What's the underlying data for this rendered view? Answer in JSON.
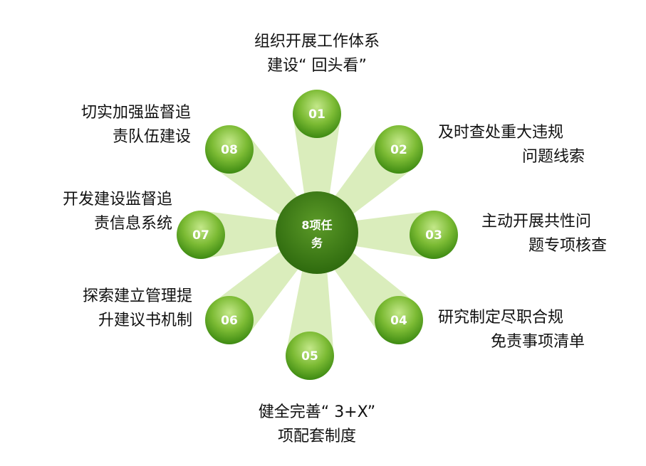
{
  "diagram": {
    "center": {
      "label_line1": "8项任",
      "label_line2": "务"
    },
    "tasks": [
      {
        "num": "01",
        "line1": "组织开展工作体系",
        "line2": "建设“ 回头看”"
      },
      {
        "num": "02",
        "line1": "及时查处重大违规",
        "line2": "问题线索"
      },
      {
        "num": "03",
        "line1": "主动开展共性问",
        "line2": "题专项核查"
      },
      {
        "num": "04",
        "line1": "研究制定尽职合规",
        "line2": "免责事项清单"
      },
      {
        "num": "05",
        "line1": "健全完善“ 3+X”",
        "line2": "项配套制度"
      },
      {
        "num": "06",
        "line1": "探索建立管理提",
        "line2": "升建议书机制"
      },
      {
        "num": "07",
        "line1": "开发建设监督追",
        "line2": "责信息系统"
      },
      {
        "num": "08",
        "line1": "切实加强监督追",
        "line2": "责队伍建设"
      }
    ],
    "colors": {
      "node_green": "#6fae2a",
      "node_light": "#c4e88a",
      "ray": "#d8ecb4",
      "center": "#3a7a14"
    }
  }
}
